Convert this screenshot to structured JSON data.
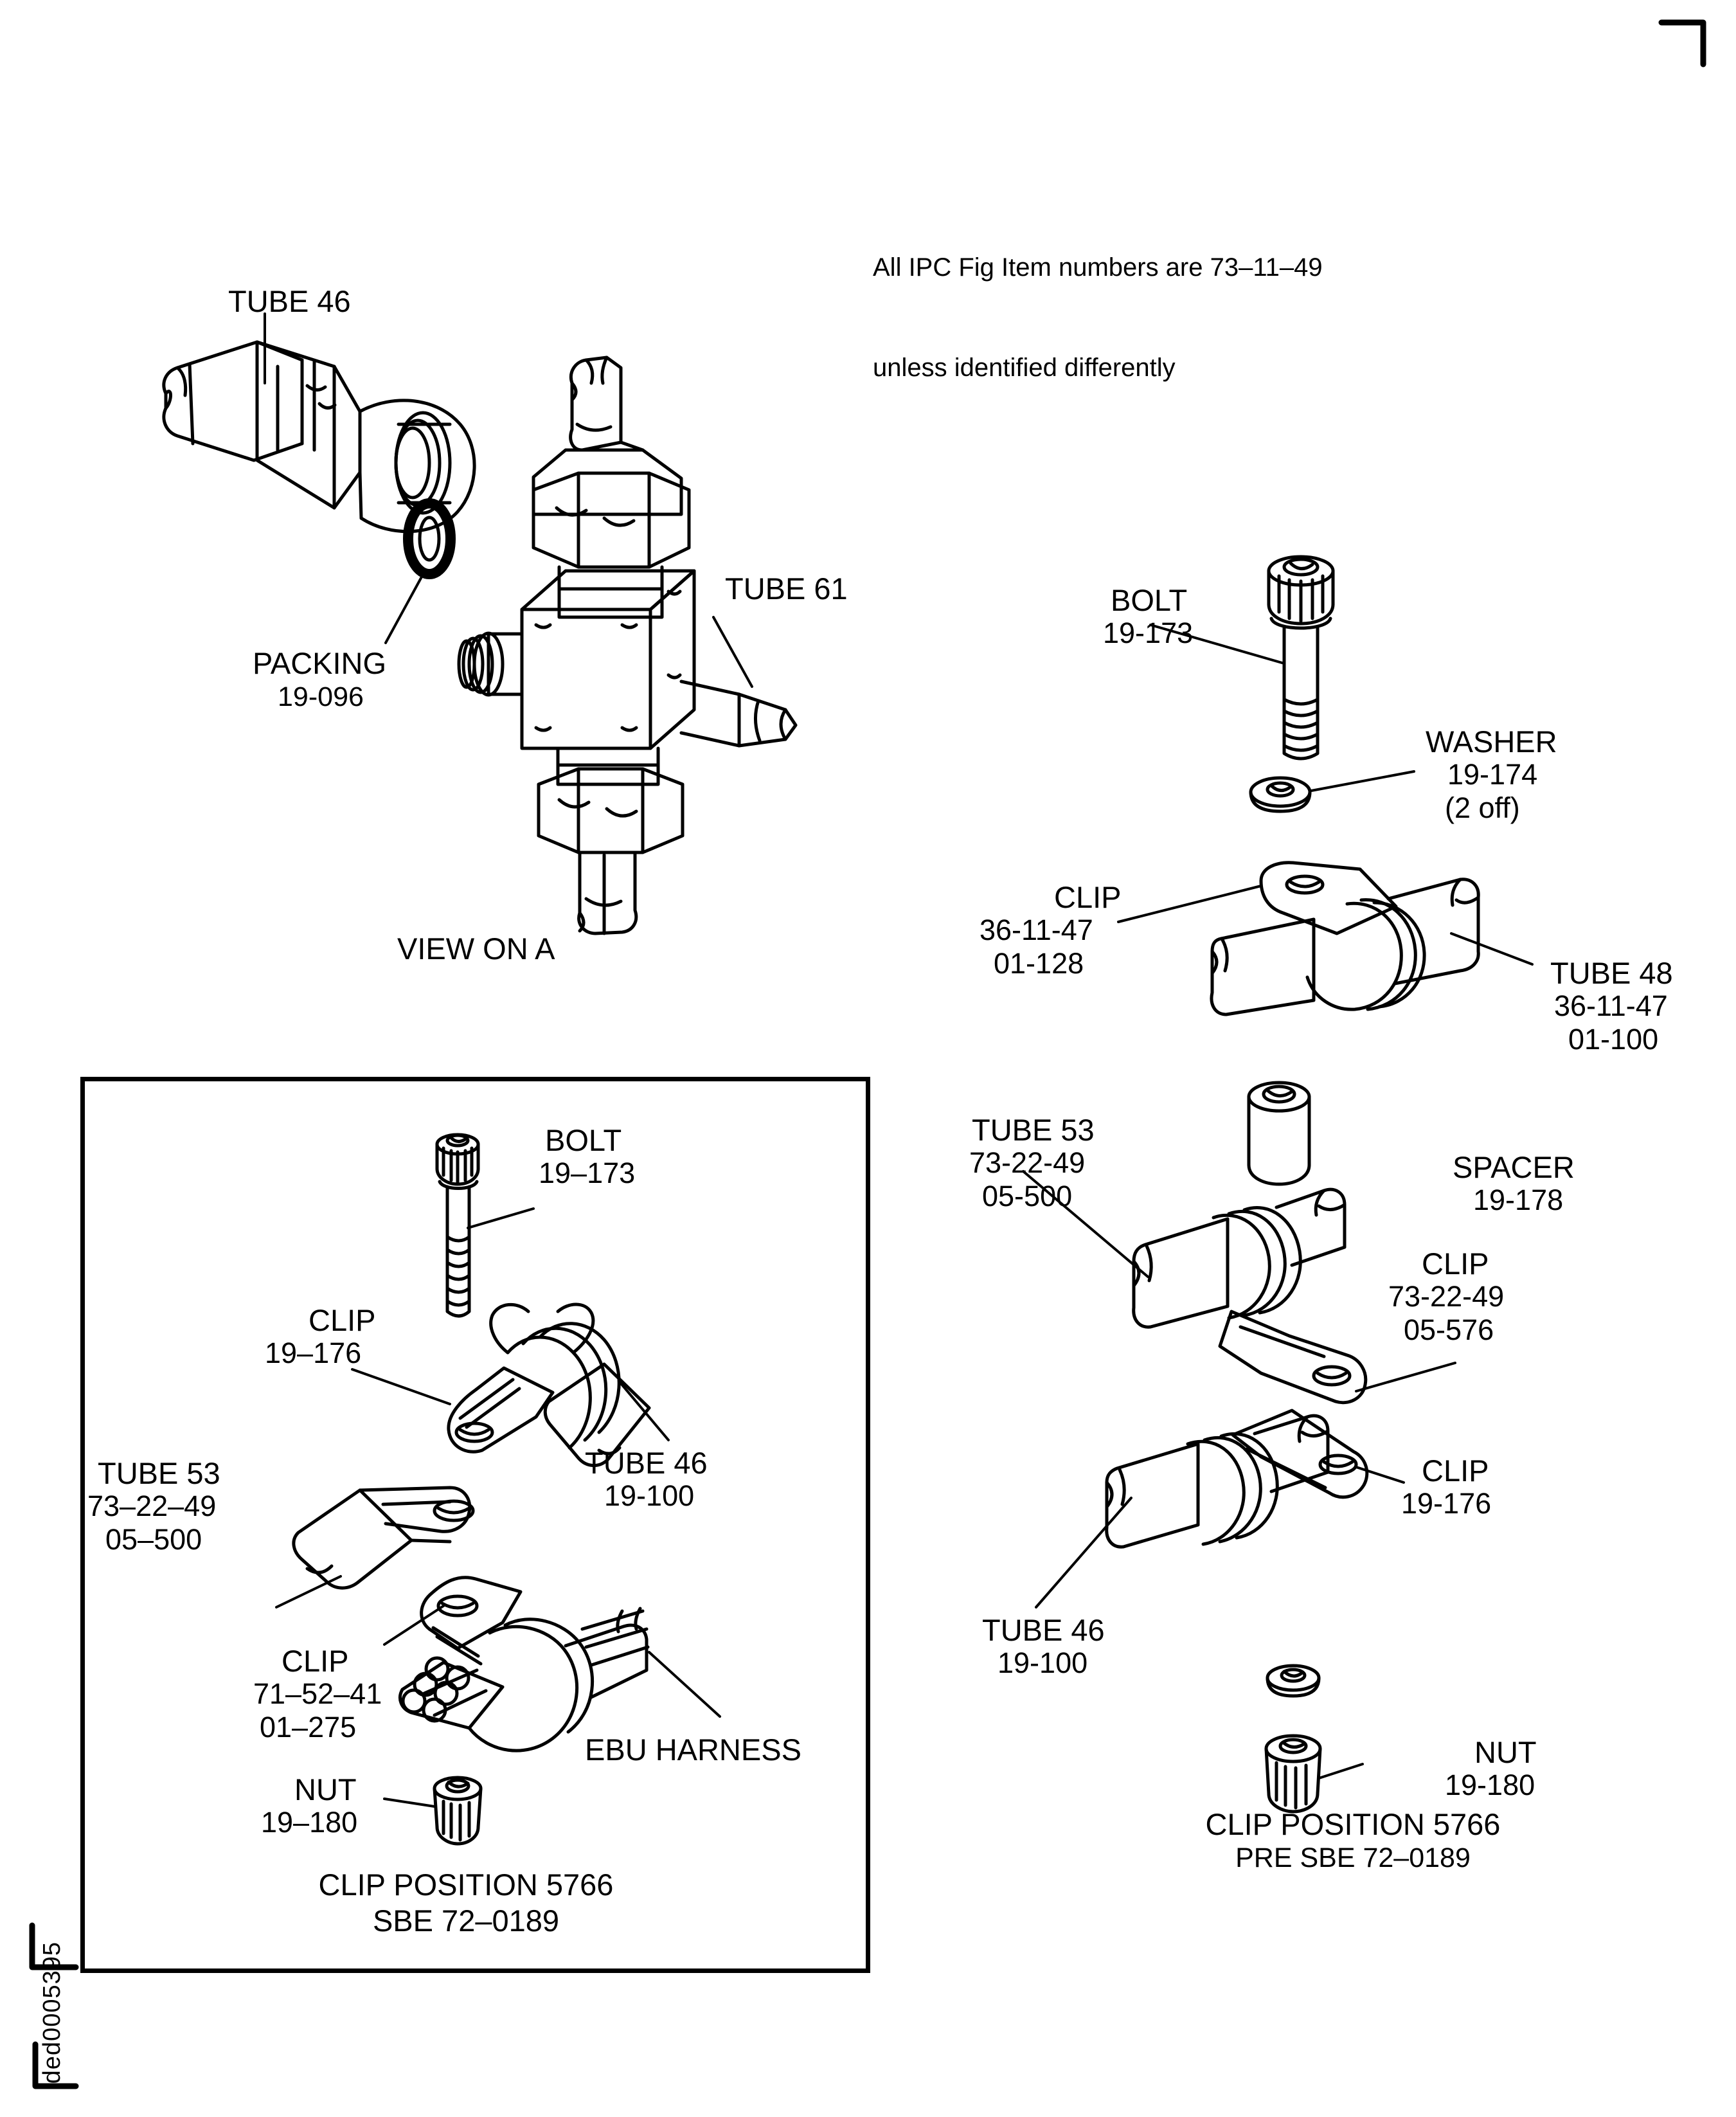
{
  "drawing": {
    "header_note_line1": "All IPC Fig Item numbers are 73–11–49",
    "header_note_line2": "unless identified differently",
    "drawing_number": "ded0005395",
    "view_caption": "VIEW ON A"
  },
  "view_on_a": {
    "tube46_label": "TUBE 46",
    "tube61_label": "TUBE 61",
    "packing_label": "PACKING",
    "packing_pn": "19-096"
  },
  "right_column": {
    "bolt_label": "BOLT",
    "bolt_pn": "19-173",
    "washer_label": "WASHER",
    "washer_pn": "19-174",
    "washer_qty": "(2 off)",
    "clip_top_label": "CLIP",
    "clip_top_pn1": "36-11-47",
    "clip_top_pn2": "01-128",
    "tube48_label": "TUBE 48",
    "tube48_pn1": "36-11-47",
    "tube48_pn2": "01-100",
    "tube53_label": "TUBE 53",
    "tube53_pn1": "73-22-49",
    "tube53_pn2": "05-500",
    "spacer_label": "SPACER",
    "spacer_pn": "19-178",
    "clip_mid_label": "CLIP",
    "clip_mid_pn1": "73-22-49",
    "clip_mid_pn2": "05-576",
    "clip_low_label": "CLIP",
    "clip_low_pn": "19-176",
    "tube46_label": "TUBE 46",
    "tube46_pn": "19-100",
    "nut_label": "NUT",
    "nut_pn": "19-180",
    "footer_line1": "CLIP POSITION 5766",
    "footer_line2": "PRE SBE 72–0189"
  },
  "inset_panel": {
    "bolt_label": "BOLT",
    "bolt_pn": "19–173",
    "clip_label": "CLIP",
    "clip_pn": "19–176",
    "tube46_label": "TUBE 46",
    "tube46_pn": "19-100",
    "tube53_label": "TUBE 53",
    "tube53_pn1": "73–22–49",
    "tube53_pn2": "05–500",
    "clip2_label": "CLIP",
    "clip2_pn1": "71–52–41",
    "clip2_pn2": "01–275",
    "harness_label": "EBU HARNESS",
    "nut_label": "NUT",
    "nut_pn": "19–180",
    "footer_line1": "CLIP POSITION 5766",
    "footer_line2": "SBE 72–0189"
  },
  "colors": {
    "ink": "#000000",
    "paper": "#ffffff"
  }
}
